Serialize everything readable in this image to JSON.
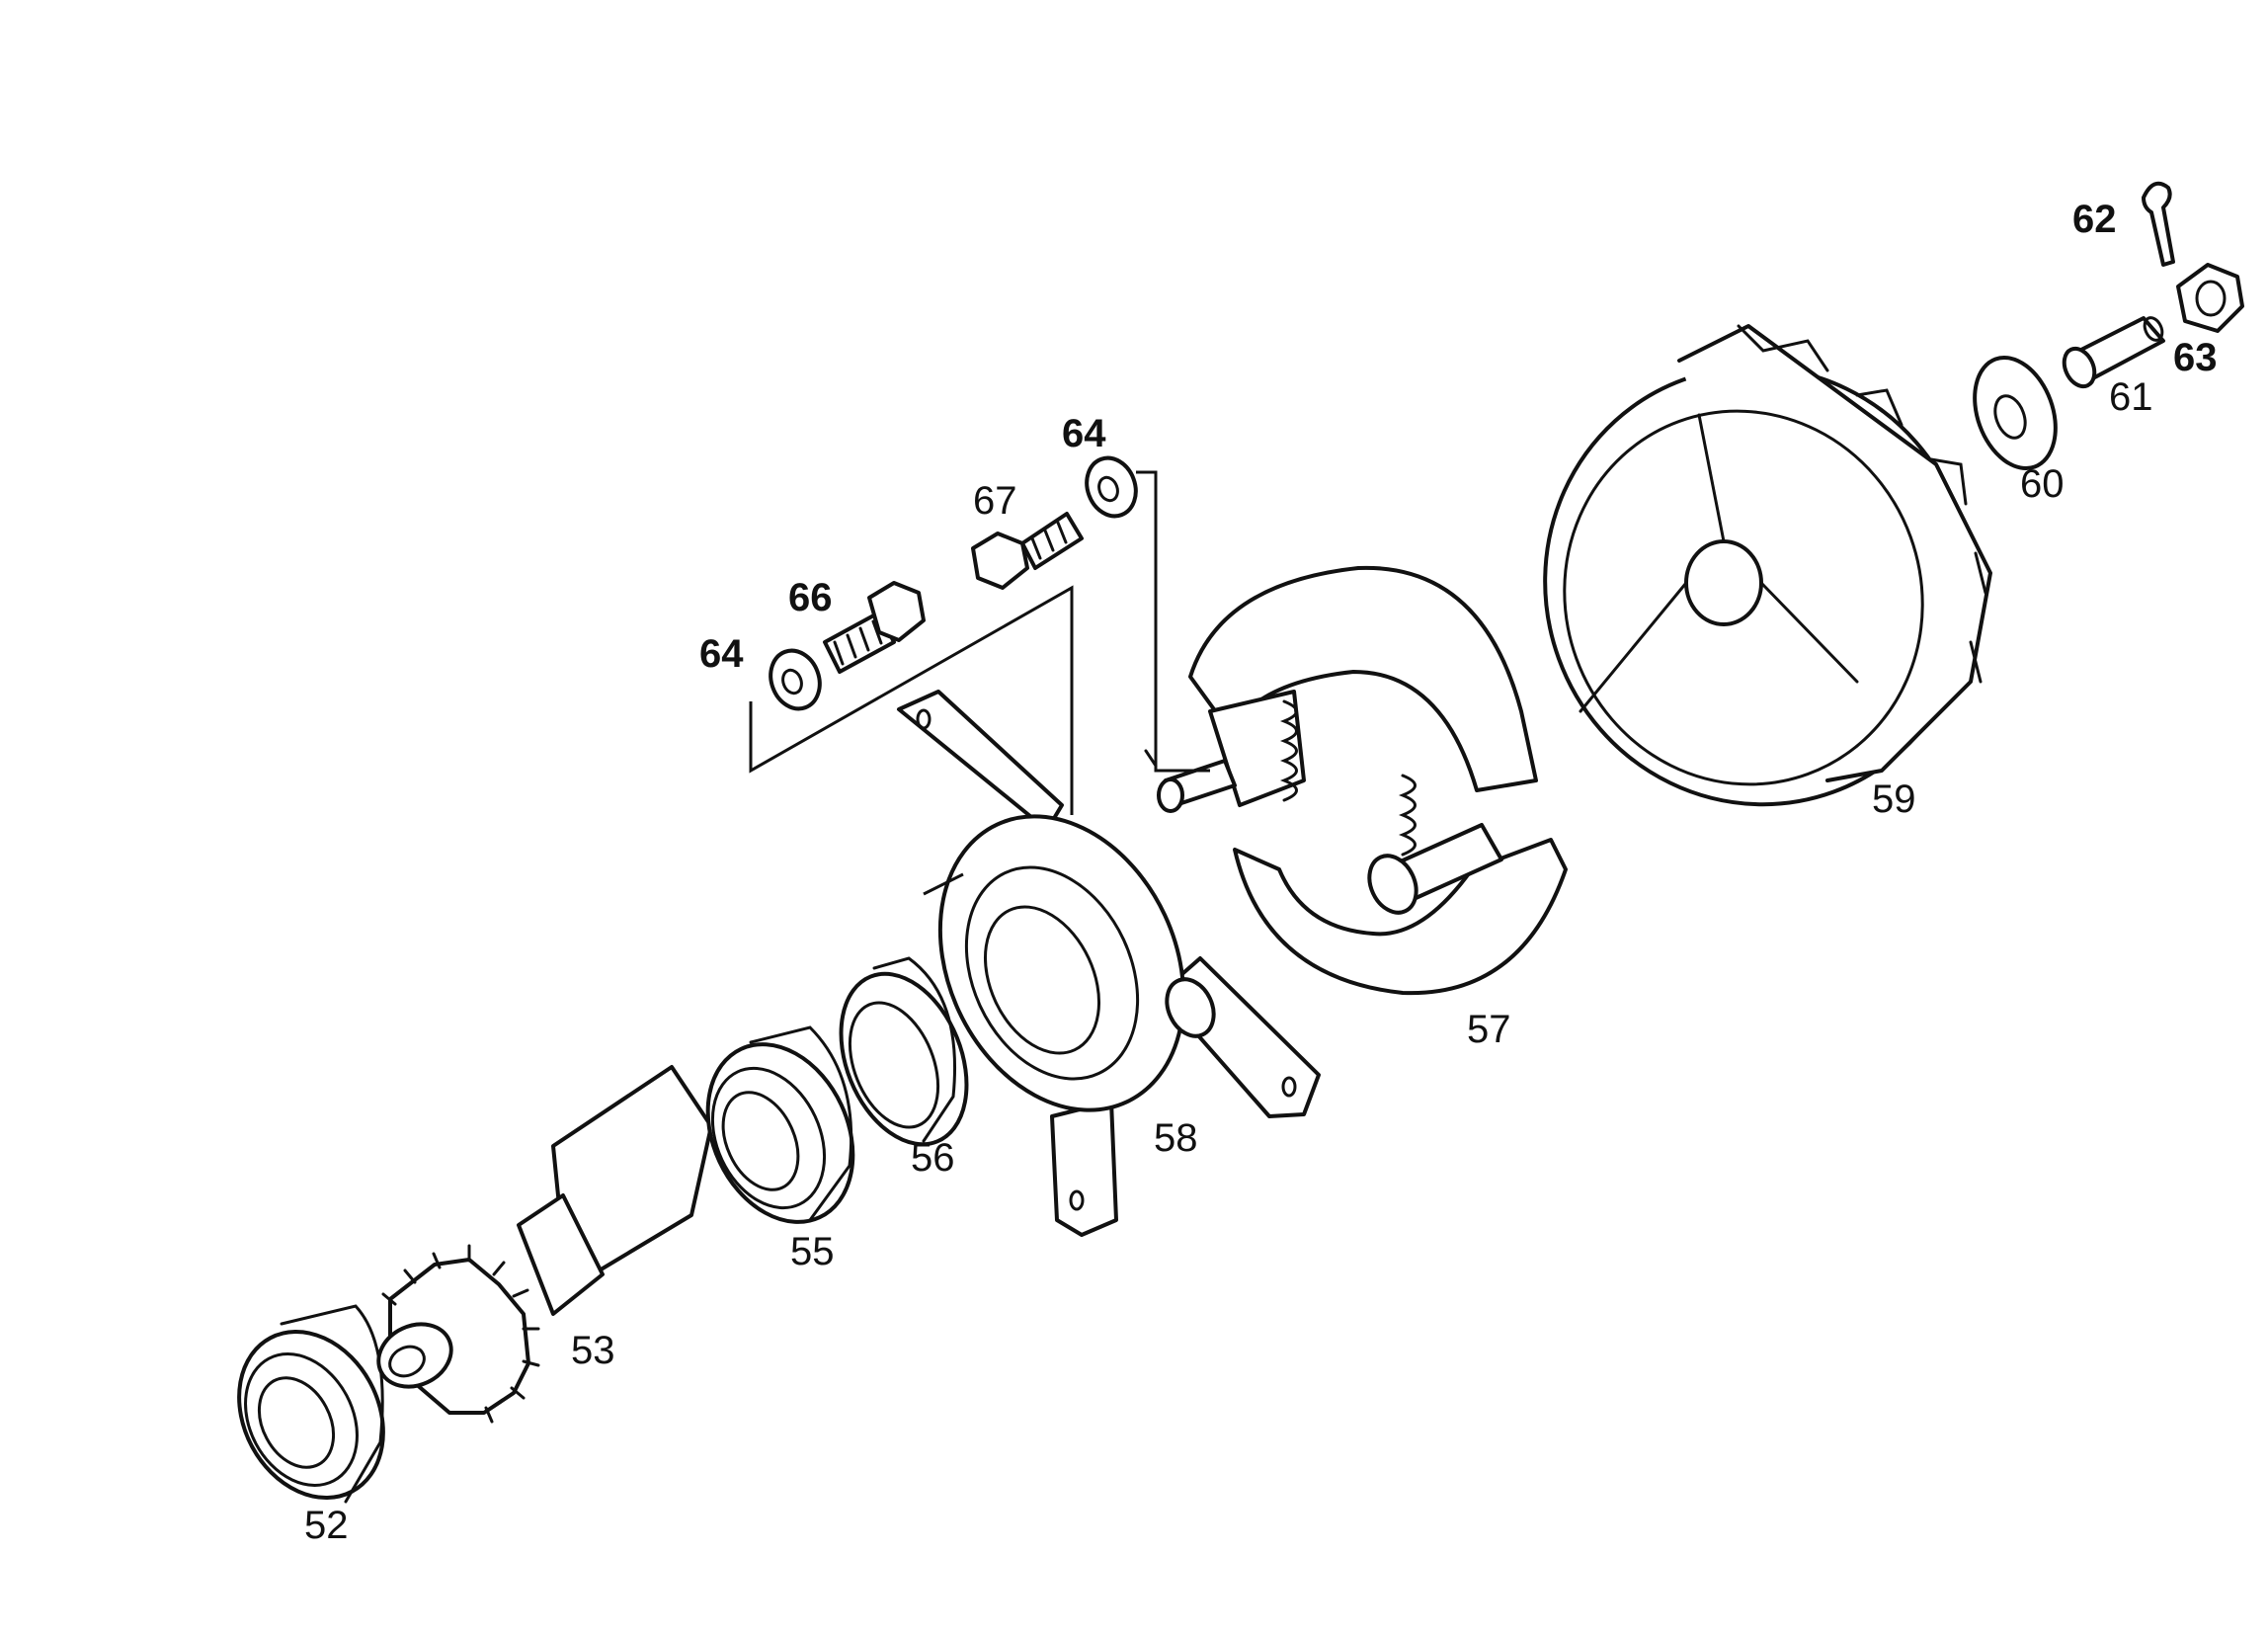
{
  "diagram": {
    "callouts": [
      {
        "id": "52",
        "text": "52"
      },
      {
        "id": "53",
        "text": "53"
      },
      {
        "id": "55",
        "text": "55"
      },
      {
        "id": "56",
        "text": "56"
      },
      {
        "id": "57",
        "text": "57"
      },
      {
        "id": "58",
        "text": "58"
      },
      {
        "id": "59",
        "text": "59"
      },
      {
        "id": "60",
        "text": "60"
      },
      {
        "id": "61",
        "text": "61"
      },
      {
        "id": "62",
        "text": "62"
      },
      {
        "id": "63",
        "text": "63"
      },
      {
        "id": "64a",
        "text": "64"
      },
      {
        "id": "64b",
        "text": "64"
      },
      {
        "id": "66",
        "text": "66"
      },
      {
        "id": "67",
        "text": "67"
      }
    ],
    "colors": {
      "line": "#111111",
      "background": "#ffffff"
    }
  }
}
